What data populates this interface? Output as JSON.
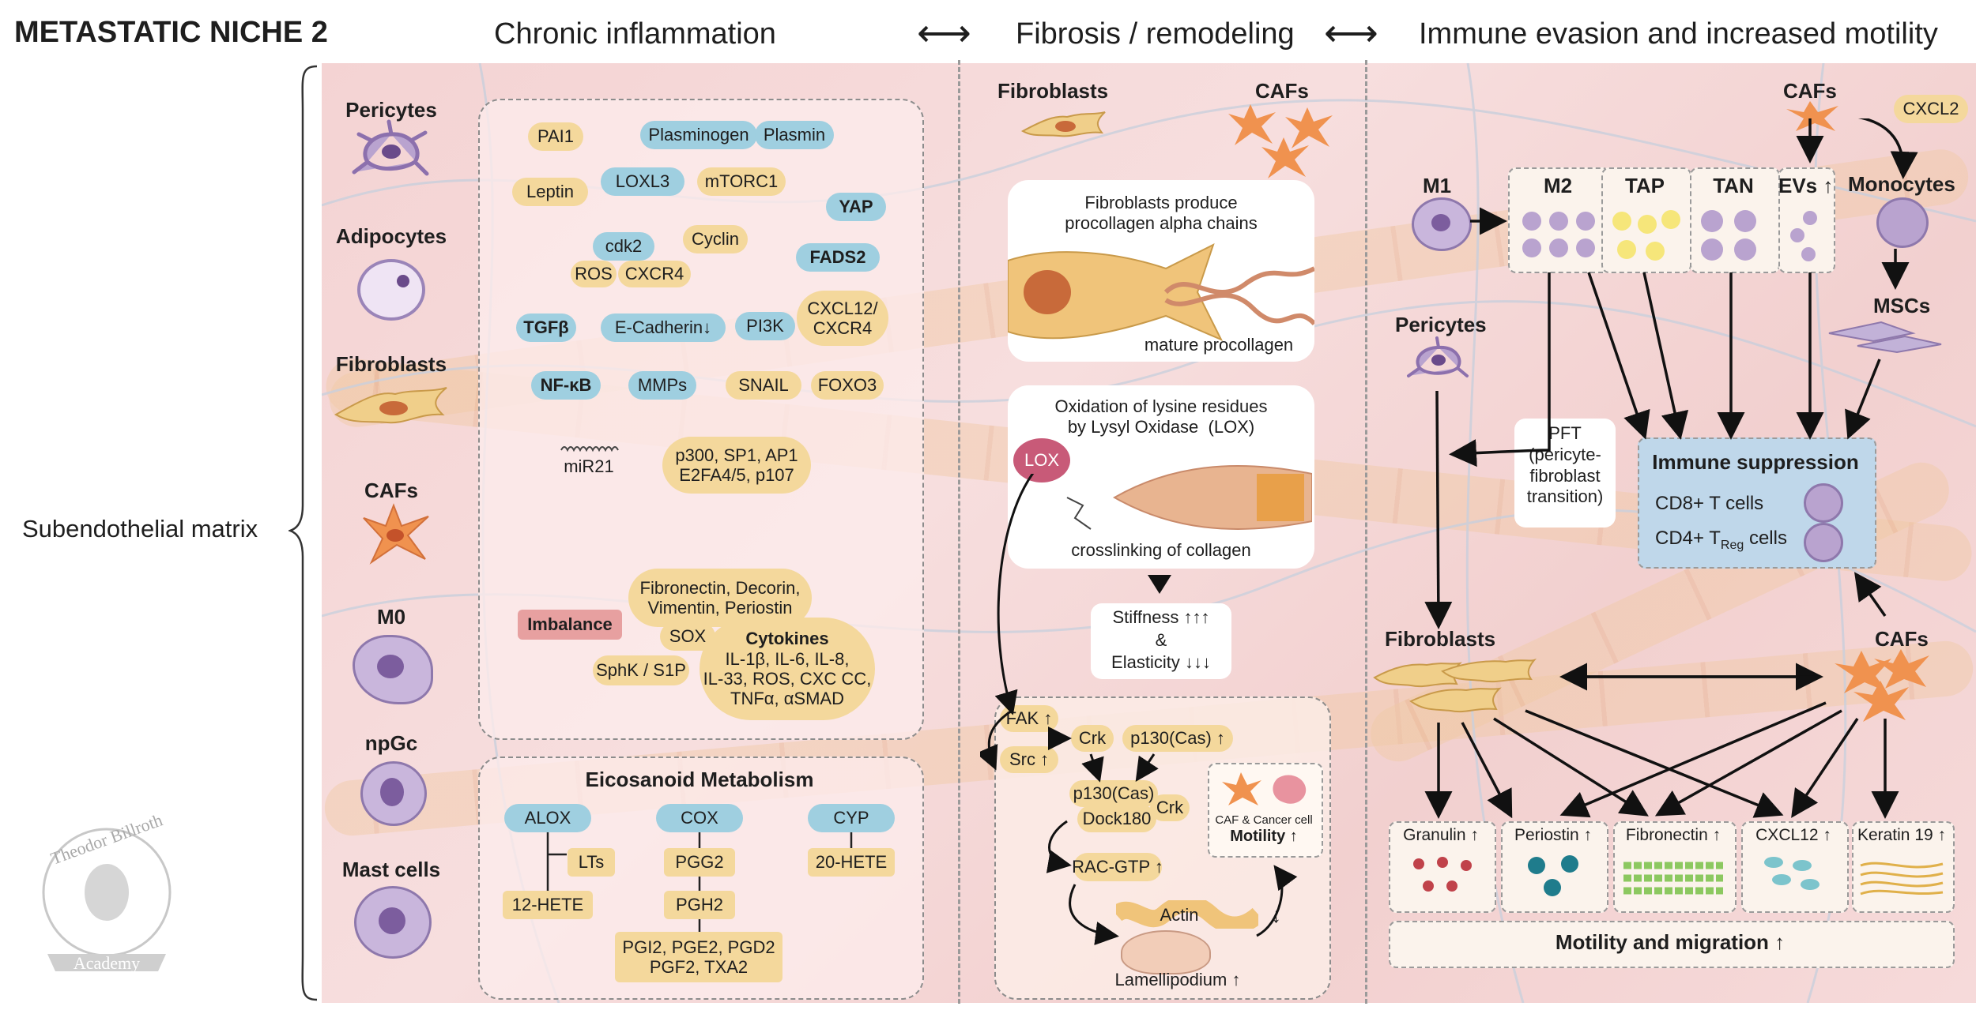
{
  "header": {
    "title": "METASTATIC NICHE 2",
    "stage1": "Chronic inflammation",
    "stage2": "Fibrosis / remodeling",
    "stage3": "Immune evasion and increased motility",
    "arrow": "⟷"
  },
  "side_label": "Subendothelial matrix",
  "cell_types": [
    "Pericytes",
    "Adipocytes",
    "Fibroblasts",
    "CAFs",
    "M0",
    "npGc",
    "Mast cells"
  ],
  "inflammation": {
    "pills": {
      "pai1": "PAI1",
      "plasminogen": "Plasminogen",
      "plasmin": "Plasmin",
      "leptin": "Leptin",
      "loxl3": "LOXL3",
      "mtorc1": "mTORC1",
      "yap": "YAP",
      "cdk2": "cdk2",
      "cyclin": "Cyclin",
      "ros": "ROS",
      "cxcr4": "CXCR4",
      "fads2": "FADS2",
      "tgfb": "TGFβ",
      "ecadherin": "E-Cadherin↓",
      "pi3k": "PI3K",
      "cxcl12": "CXCL12/\nCXCR4",
      "nfkb": "NF-κB",
      "mmps": "MMPs",
      "snail": "SNAIL",
      "foxo3": "FOXO3",
      "mir21": "miR21",
      "p300": "p300, SP1, AP1\nE2FA4/5, p107",
      "fibronectin": "Fibronectin, Decorin,\nVimentin, Periostin",
      "imbalance": "Imbalance",
      "sox": "SOX",
      "sphk": "SphK / S1P",
      "cytokines_title": "Cytokines",
      "cytokines": "IL-1β, IL-6, IL-8,\nIL-33, ROS, CXC CC,\nTNFα, αSMAD"
    }
  },
  "eicosanoid": {
    "title": "Eicosanoid Metabolism",
    "alox": "ALOX",
    "cox": "COX",
    "cyp": "CYP",
    "lts": "LTs",
    "hete12": "12-HETE",
    "pgg2": "PGG2",
    "pgh2": "PGH2",
    "prostanoids": "PGI2, PGE2, PGD2\nPGF2, TXA2",
    "hete20": "20-HETE"
  },
  "fibrosis": {
    "fibroblasts": "Fibroblasts",
    "cafs": "CAFs",
    "box1_title": "Fibroblasts produce\nprocollagen alpha chains",
    "box1_caption": "mature procollagen",
    "box2_title": "Oxidation of lysine residues\nby Lysyl Oxidase  (LOX)",
    "lox": "LOX",
    "box2_caption": "crosslinking of collagen",
    "stiffness": "Stiffness ↑↑↑\n&\nElasticity ↓↓↓",
    "signaling": {
      "fak": "FAK ↑",
      "src": "Src ↑",
      "crk": "Crk",
      "p130": "p130(Cas) ↑",
      "p130b": "p130(Cas)",
      "dock180": "Dock180",
      "crk2": "Crk",
      "rac": "RAC-GTP ↑",
      "actin": "Actin",
      "actin_arrow": "↓",
      "lamellipodium": "Lamellipodium ↑",
      "caf_cancer": "CAF & Cancer cell",
      "motility": "Motility ↑"
    }
  },
  "immune": {
    "cafs_top": "CAFs",
    "cxcl2": "CXCL2",
    "m1": "M1",
    "m2": "M2",
    "tap": "TAP",
    "tan": "TAN",
    "evs": "EVs ↑",
    "monocytes": "Monocytes",
    "mscs": "MSCs",
    "pericytes": "Pericytes",
    "pft": "PFT\n(pericyte-\nfibroblast\ntransition)",
    "suppression_title": "Immune suppression",
    "cd8": "CD8+ T cells",
    "cd4": "CD4+ T",
    "treg_sub": "Reg",
    "cd4_tail": " cells",
    "fibroblasts": "Fibroblasts",
    "cafs": "CAFs",
    "outputs": [
      "Granulin ↑",
      "Periostin ↑",
      "Fibronectin ↑",
      "CXCL12 ↑",
      "Keratin 19 ↑"
    ],
    "motility": "Motility and migration ↑"
  },
  "logo": {
    "top": "Theodor Billroth",
    "bottom": "Academy"
  },
  "colors": {
    "yellow": "#f4d89c",
    "blue": "#9fcfe0",
    "pink": "#e79aa5",
    "bg": "#f4d3d3",
    "caf": "#f0924f",
    "purple": "#b9a3cf"
  }
}
